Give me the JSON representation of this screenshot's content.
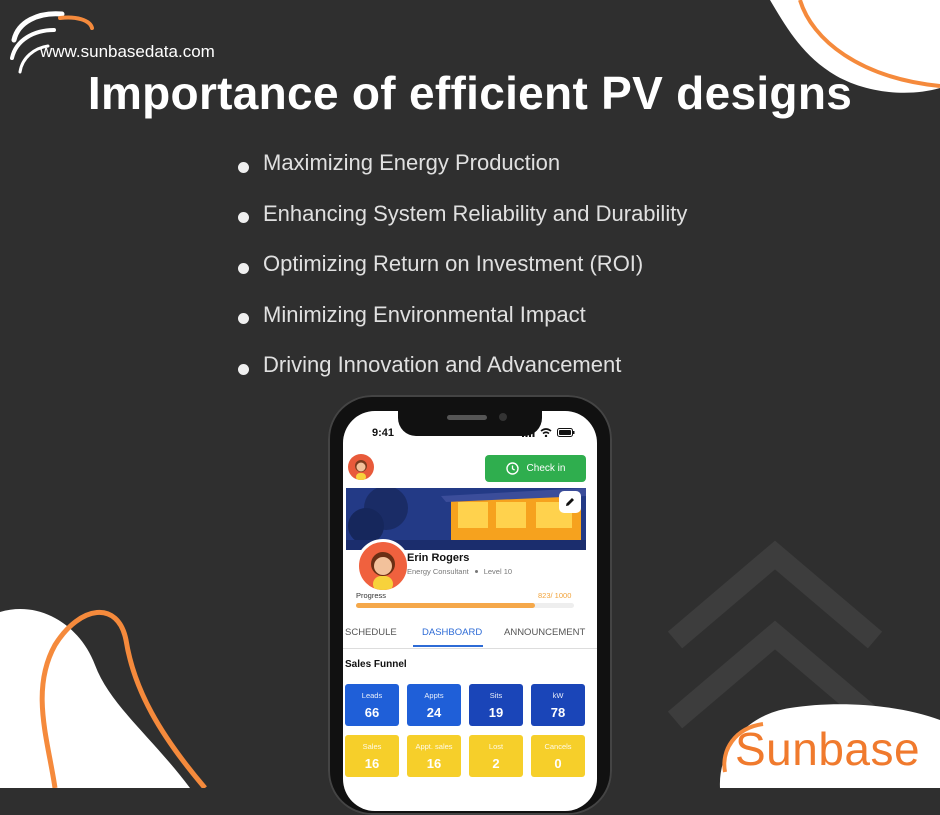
{
  "brand": {
    "website": "www.sunbasedata.com",
    "logo_name": "Sunbase",
    "accent_color": "#f58a3c"
  },
  "headline": "Importance of efficient PV designs",
  "bullets": [
    "Maximizing Energy Production",
    "Enhancing System Reliability and Durability",
    "Optimizing Return on Investment (ROI)",
    "Minimizing Environmental Impact",
    "Driving Innovation and Advancement"
  ],
  "app": {
    "status_time": "9:41",
    "checkin_label": "Check in",
    "user": {
      "name": "Erin Rogers",
      "role": "Energy Consultant",
      "level": "Level 10"
    },
    "progress": {
      "label": "Progress",
      "value_text": "823/ 1000",
      "fraction": 0.823
    },
    "tabs": [
      "SCHEDULE",
      "DASHBOARD",
      "ANNOUNCEMENT"
    ],
    "active_tab": "DASHBOARD",
    "funnel_title": "Sales Funnel",
    "funnel": [
      {
        "label": "Leads",
        "value": "66",
        "color": "#1f5fd8"
      },
      {
        "label": "Appts",
        "value": "24",
        "color": "#1f5fd8"
      },
      {
        "label": "Sits",
        "value": "19",
        "color": "#1a45b8"
      },
      {
        "label": "kW",
        "value": "78",
        "color": "#1a45b8"
      },
      {
        "label": "Sales",
        "value": "16",
        "color": "#f6cf2a"
      },
      {
        "label": "Appt. sales",
        "value": "16",
        "color": "#f6cf2a"
      },
      {
        "label": "Lost",
        "value": "2",
        "color": "#f6cf2a"
      },
      {
        "label": "Cancels",
        "value": "0",
        "color": "#f6cf2a"
      }
    ]
  }
}
